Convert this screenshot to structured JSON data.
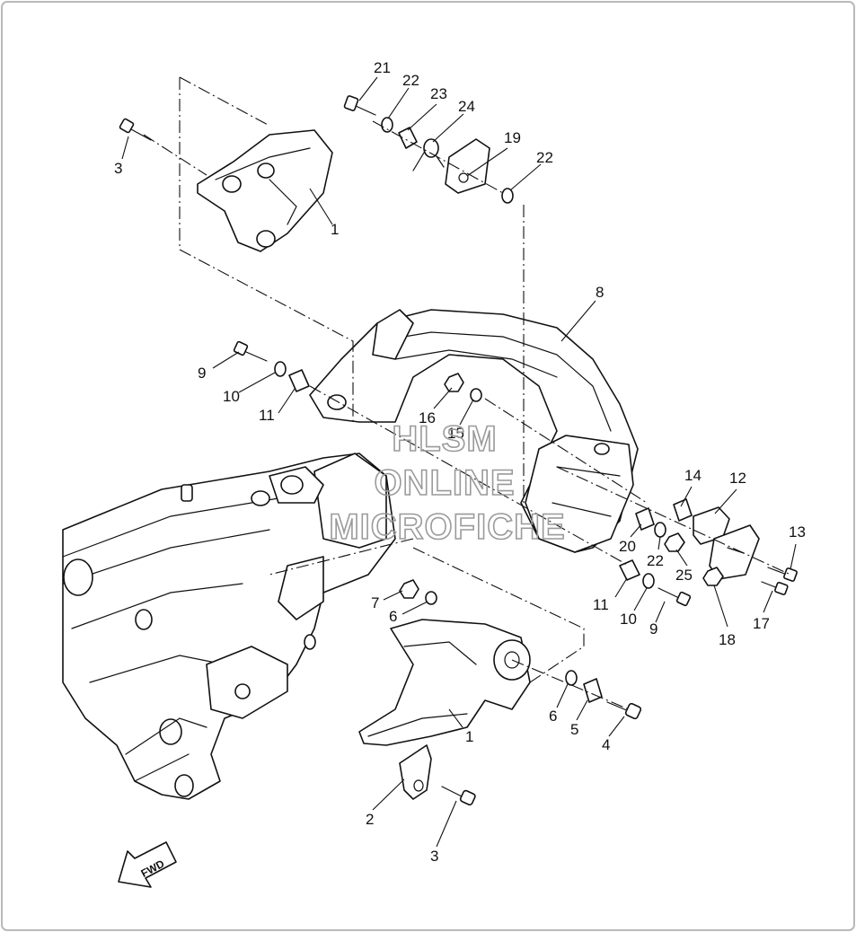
{
  "callouts": [
    {
      "id": "c21",
      "label": "21"
    },
    {
      "id": "c22a",
      "label": "22"
    },
    {
      "id": "c23",
      "label": "23"
    },
    {
      "id": "c24",
      "label": "24"
    },
    {
      "id": "c19",
      "label": "19"
    },
    {
      "id": "c22b",
      "label": "22"
    },
    {
      "id": "c3a",
      "label": "3"
    },
    {
      "id": "c1a",
      "label": "1"
    },
    {
      "id": "c8",
      "label": "8"
    },
    {
      "id": "c9a",
      "label": "9"
    },
    {
      "id": "c10a",
      "label": "10"
    },
    {
      "id": "c11a",
      "label": "11"
    },
    {
      "id": "c16",
      "label": "16"
    },
    {
      "id": "c15",
      "label": "15"
    },
    {
      "id": "c14",
      "label": "14"
    },
    {
      "id": "c12",
      "label": "12"
    },
    {
      "id": "c13",
      "label": "13"
    },
    {
      "id": "c20",
      "label": "20"
    },
    {
      "id": "c22c",
      "label": "22"
    },
    {
      "id": "c25",
      "label": "25"
    },
    {
      "id": "c11b",
      "label": "11"
    },
    {
      "id": "c10b",
      "label": "10"
    },
    {
      "id": "c9b",
      "label": "9"
    },
    {
      "id": "c18",
      "label": "18"
    },
    {
      "id": "c17",
      "label": "17"
    },
    {
      "id": "c7",
      "label": "7"
    },
    {
      "id": "c6a",
      "label": "6"
    },
    {
      "id": "c6b",
      "label": "6"
    },
    {
      "id": "c5",
      "label": "5"
    },
    {
      "id": "c4",
      "label": "4"
    },
    {
      "id": "c1b",
      "label": "1"
    },
    {
      "id": "c2",
      "label": "2"
    },
    {
      "id": "c3b",
      "label": "3"
    }
  ],
  "watermark": {
    "line1": "HLSM",
    "line2": "ONLINE",
    "line3": "MICROFICHE"
  },
  "fwd_label": "FWD"
}
